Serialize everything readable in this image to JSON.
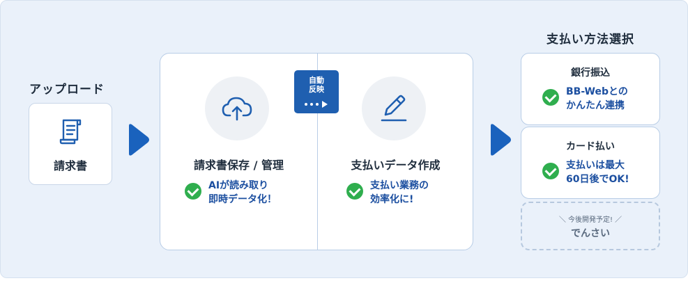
{
  "upload": {
    "title": "アップロード",
    "document_label": "請求書"
  },
  "storage_step": {
    "title": "請求書保存 / 管理",
    "benefit_line1": "AIが読み取り",
    "benefit_line2": "即時データ化！"
  },
  "auto_badge": {
    "line1": "自動",
    "line2": "反映"
  },
  "payment_data_step": {
    "title": "支払いデータ作成",
    "benefit_line1": "支払い業務の",
    "benefit_line2": "効率化に!"
  },
  "payment_methods": {
    "title": "支払い方法選択",
    "bank": {
      "label": "銀行振込",
      "benefit_line1": "BB-Webとの",
      "benefit_line2": "かんたん連携"
    },
    "card": {
      "label": "カード払い",
      "benefit_line1": "支払いは最大",
      "benefit_line2": "60日後でOK!"
    },
    "future": {
      "note": "＼ 今後開発予定! ／",
      "label": "でんさい"
    }
  },
  "colors": {
    "background": "#eaf1fa",
    "accent_blue": "#1f5fb0",
    "arrow_blue": "#1a62bd",
    "check_green": "#2fae4e",
    "benefit_text": "#1c4fa0"
  },
  "icons": [
    "document-icon",
    "cloud-upload-icon",
    "pen-icon",
    "check-icon",
    "arrow-right-icon"
  ]
}
